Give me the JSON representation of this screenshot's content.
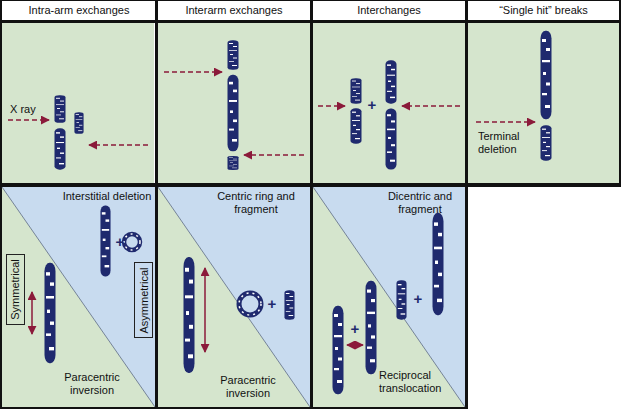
{
  "diagram": {
    "nodes": [
      {
        "text": [
          "Symmetrical"
        ]
      },
      {
        "text": [
          "Asymmetrical"
        ]
      }
    ],
    "labels": [
      "Intra-arm exchanges",
      "Interarm exchanges",
      "Interchanges",
      "“Single hit” breaks",
      "X ray",
      "+",
      "Terminal deletion",
      "Interstitial deletion",
      "+",
      "Paracentric inversion",
      "Centric ring and fragment",
      "+",
      "Paracentric inversion",
      "Dicentric and fragment",
      "+",
      "+",
      "Reciprocal translocation"
    ]
  }
}
